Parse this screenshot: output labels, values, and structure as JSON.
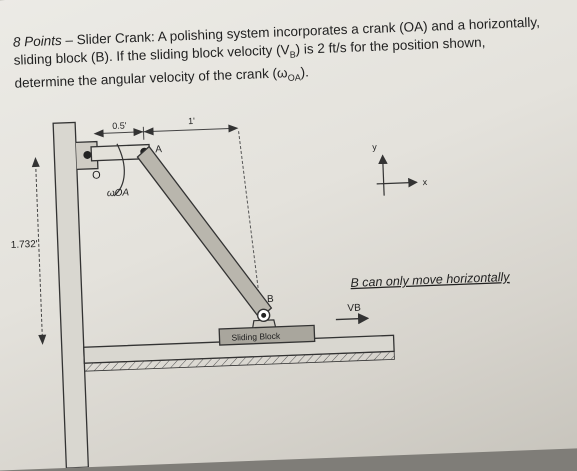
{
  "problem": {
    "points_label": "8 Points",
    "title_dash": " – Slider Crank: ",
    "text_line1": "A polishing system incorporates a crank (OA) and a horizontally,",
    "text_line2": "sliding block (B).  If the sliding block velocity (V",
    "text_line2_sub": "B",
    "text_line2_end": ") is 2 ft/s for the position shown,",
    "text_line3": "determine the angular velocity of the crank (ω",
    "text_line3_sub": "OA",
    "text_line3_end": ")."
  },
  "diagram": {
    "dim_crank": "0.5'",
    "dim_offset": "1'",
    "dim_height": "1.732'",
    "pivot_label": "O",
    "point_a_label": "A",
    "point_b_label": "B",
    "omega_label": "ωOA",
    "axis_y_label": "y",
    "axis_x_label": "x",
    "velocity_label": "VB",
    "constraint_note": "B can only move horizontally",
    "slider_label": "Sliding Block"
  }
}
